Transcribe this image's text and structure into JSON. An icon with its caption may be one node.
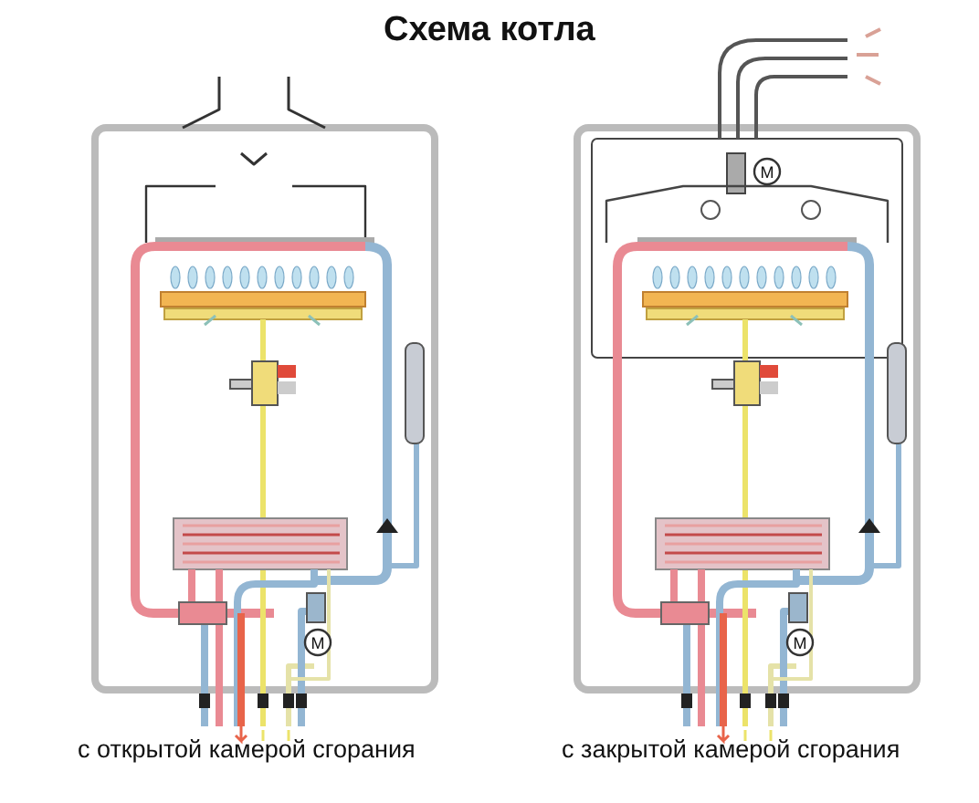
{
  "diagram": {
    "title": "Схема котла",
    "labels": [
      "M",
      "с открытой камерой сгорания",
      "M",
      "M",
      "с закрытой камерой сгорания"
    ]
  }
}
